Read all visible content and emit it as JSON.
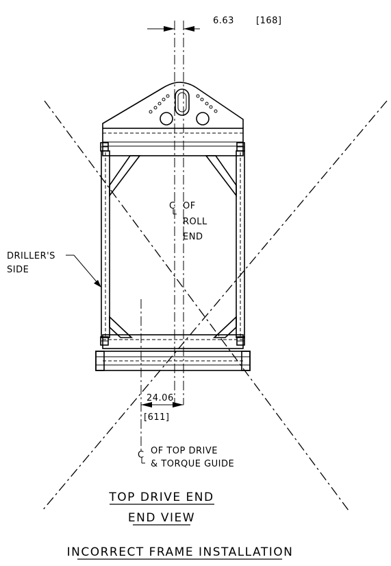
{
  "dimensions": {
    "top_width": "6.63",
    "top_width_metric": "[168]",
    "offset": "24.06",
    "offset_metric": "[611]"
  },
  "labels": {
    "cl_roll_symbol": "C",
    "cl_roll_line1": "OF",
    "cl_roll_line2": "ROLL",
    "cl_roll_line3": "END",
    "cl_top_symbol": "C",
    "cl_top_line1": "OF TOP DRIVE",
    "cl_top_line2": "& TORQUE GUIDE",
    "drillers_line1": "DRILLER'S",
    "drillers_line2": "SIDE"
  },
  "titles": {
    "view_line1": "TOP DRIVE END",
    "view_line2": "END VIEW",
    "caption": "INCORRECT FRAME INSTALLATION"
  }
}
